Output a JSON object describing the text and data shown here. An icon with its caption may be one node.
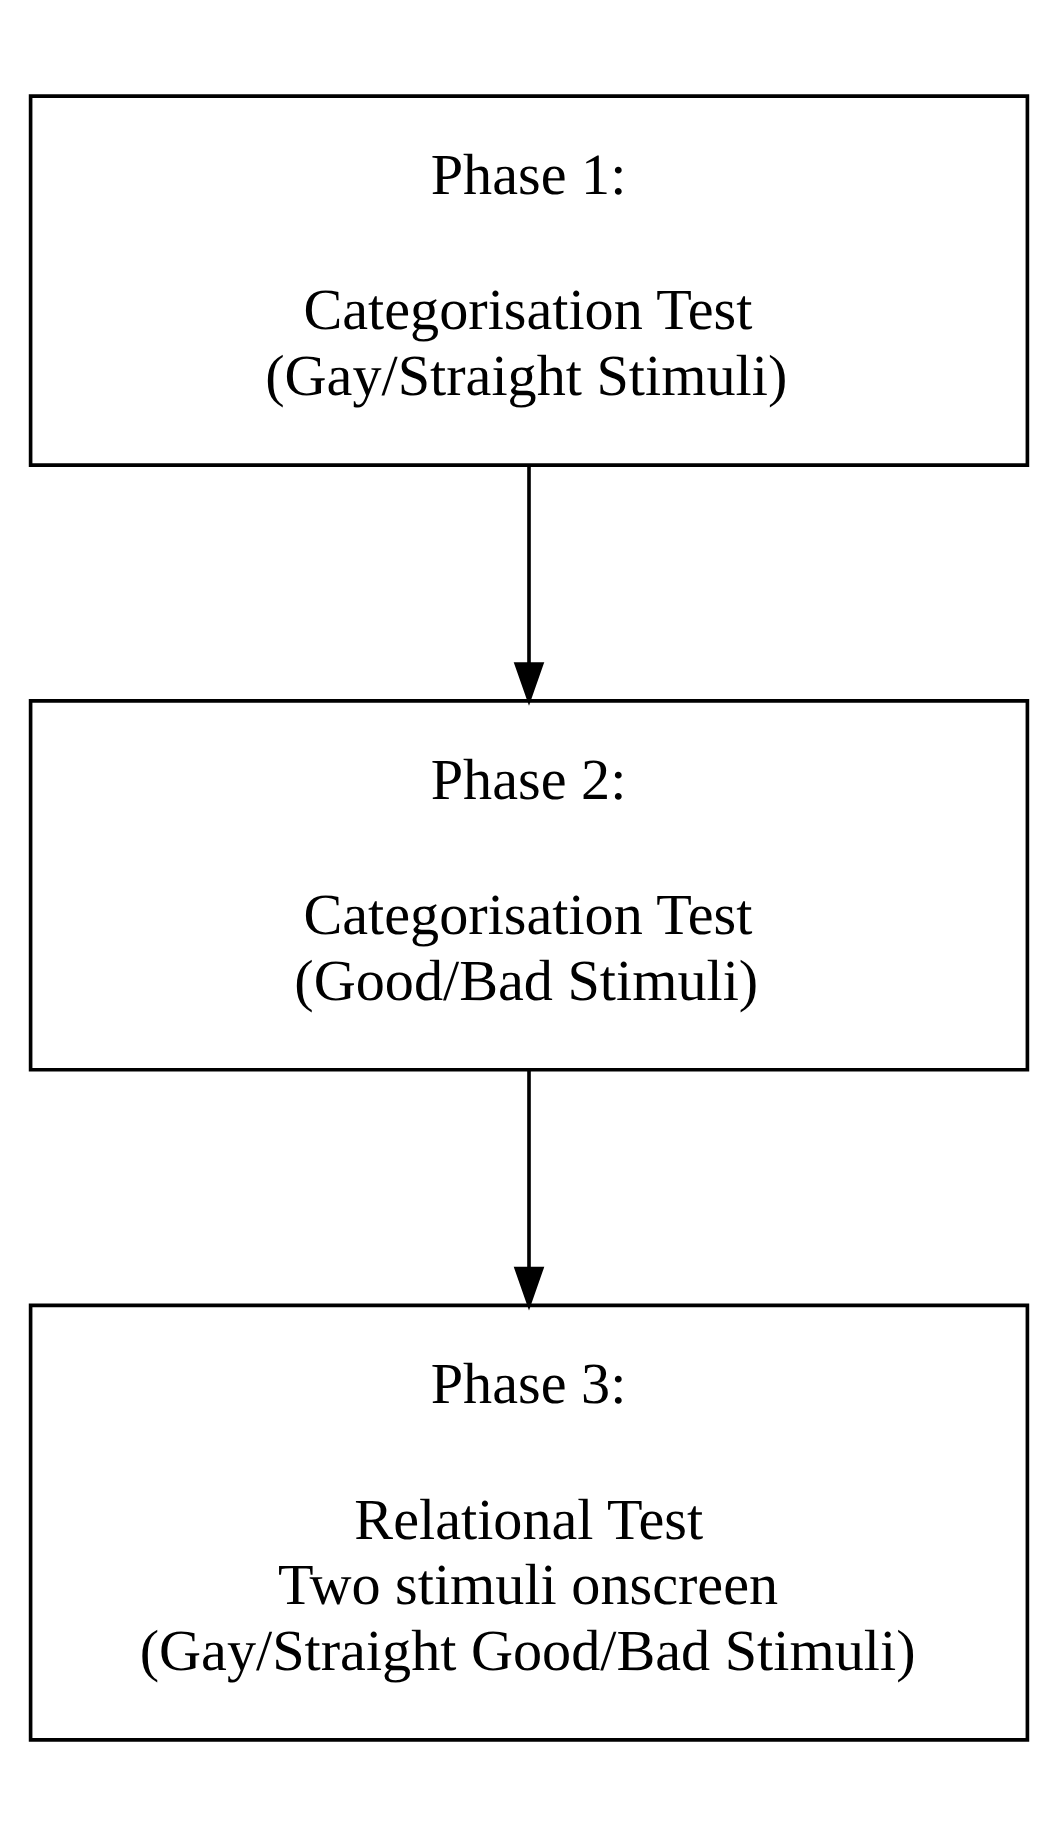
{
  "diagram": {
    "nodes": [
      {
        "text": [
          "Phase 1:",
          "Categorisation Test",
          "(Gay/Straight Stimuli)"
        ]
      },
      {
        "text": [
          "Phase 2:",
          "Categorisation Test",
          "(Good/Bad Stimuli)"
        ]
      },
      {
        "text": [
          "Phase 3:",
          "Relational Test",
          "Two stimuli onscreen",
          "(Gay/Straight Good/Bad Stimuli)"
        ]
      }
    ],
    "edges": [
      {
        "from": 0,
        "to": 1,
        "arrow": "to"
      },
      {
        "from": 1,
        "to": 2,
        "arrow": "to"
      }
    ]
  }
}
